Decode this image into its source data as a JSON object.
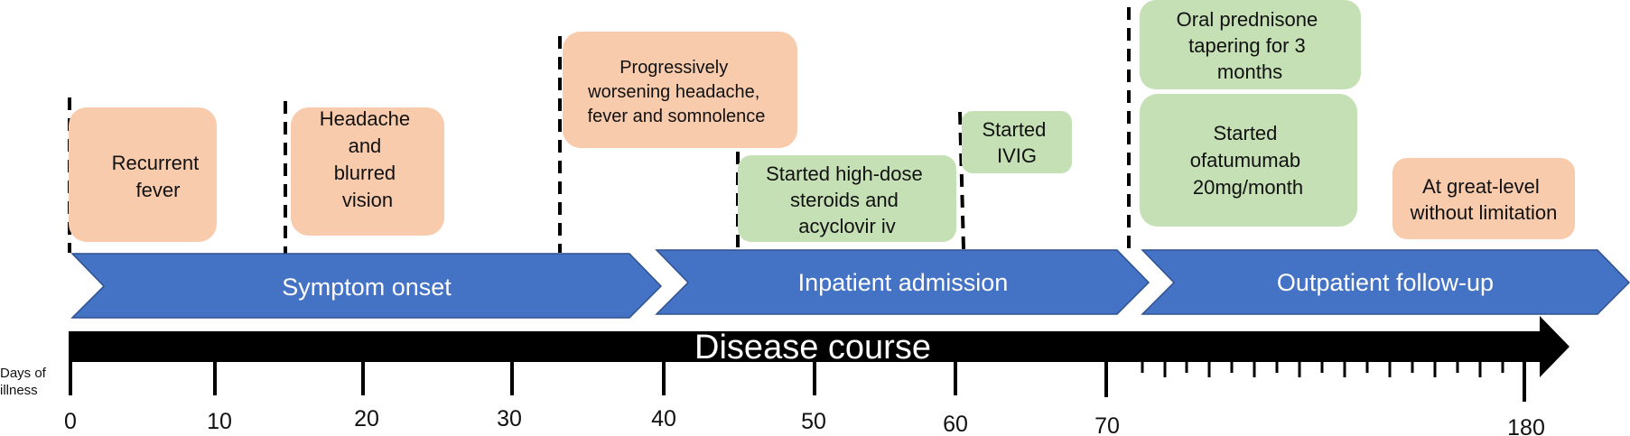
{
  "colors": {
    "symptom_box": "#f8cbad",
    "treatment_box": "#c5e0b4",
    "phase_arrow": "#4472c4",
    "phase_arrow_border": "#2f528f",
    "course_bar": "#000000"
  },
  "axis": {
    "label_line1": "Days of",
    "label_line2": "illness",
    "tick_labels": [
      "0",
      "10",
      "20",
      "30",
      "40",
      "50",
      "60",
      "70",
      "180"
    ]
  },
  "course": {
    "label": "Disease course"
  },
  "phases": [
    {
      "label": "Symptom onset"
    },
    {
      "label": "Inpatient admission"
    },
    {
      "label": "Outpatient follow-up"
    }
  ],
  "events": [
    {
      "kind": "symptom",
      "lines": [
        "Recurrent",
        "fever"
      ]
    },
    {
      "kind": "symptom",
      "lines": [
        "Headache",
        "and",
        "blurred",
        "vision"
      ]
    },
    {
      "kind": "symptom",
      "lines": [
        "Progressively",
        "worsening headache,",
        "fever and somnolence"
      ]
    },
    {
      "kind": "treatment",
      "lines": [
        "Started high-dose",
        "steroids and",
        "acyclovir iv"
      ]
    },
    {
      "kind": "treatment",
      "lines": [
        "Started",
        "IVIG"
      ]
    },
    {
      "kind": "treatment",
      "lines": [
        "Oral  prednisone",
        "tapering for 3",
        "months"
      ]
    },
    {
      "kind": "treatment",
      "lines": [
        "Started",
        "ofatumumab",
        "20mg/month"
      ]
    },
    {
      "kind": "symptom",
      "lines": [
        "At great-level",
        "without limitation"
      ]
    }
  ]
}
